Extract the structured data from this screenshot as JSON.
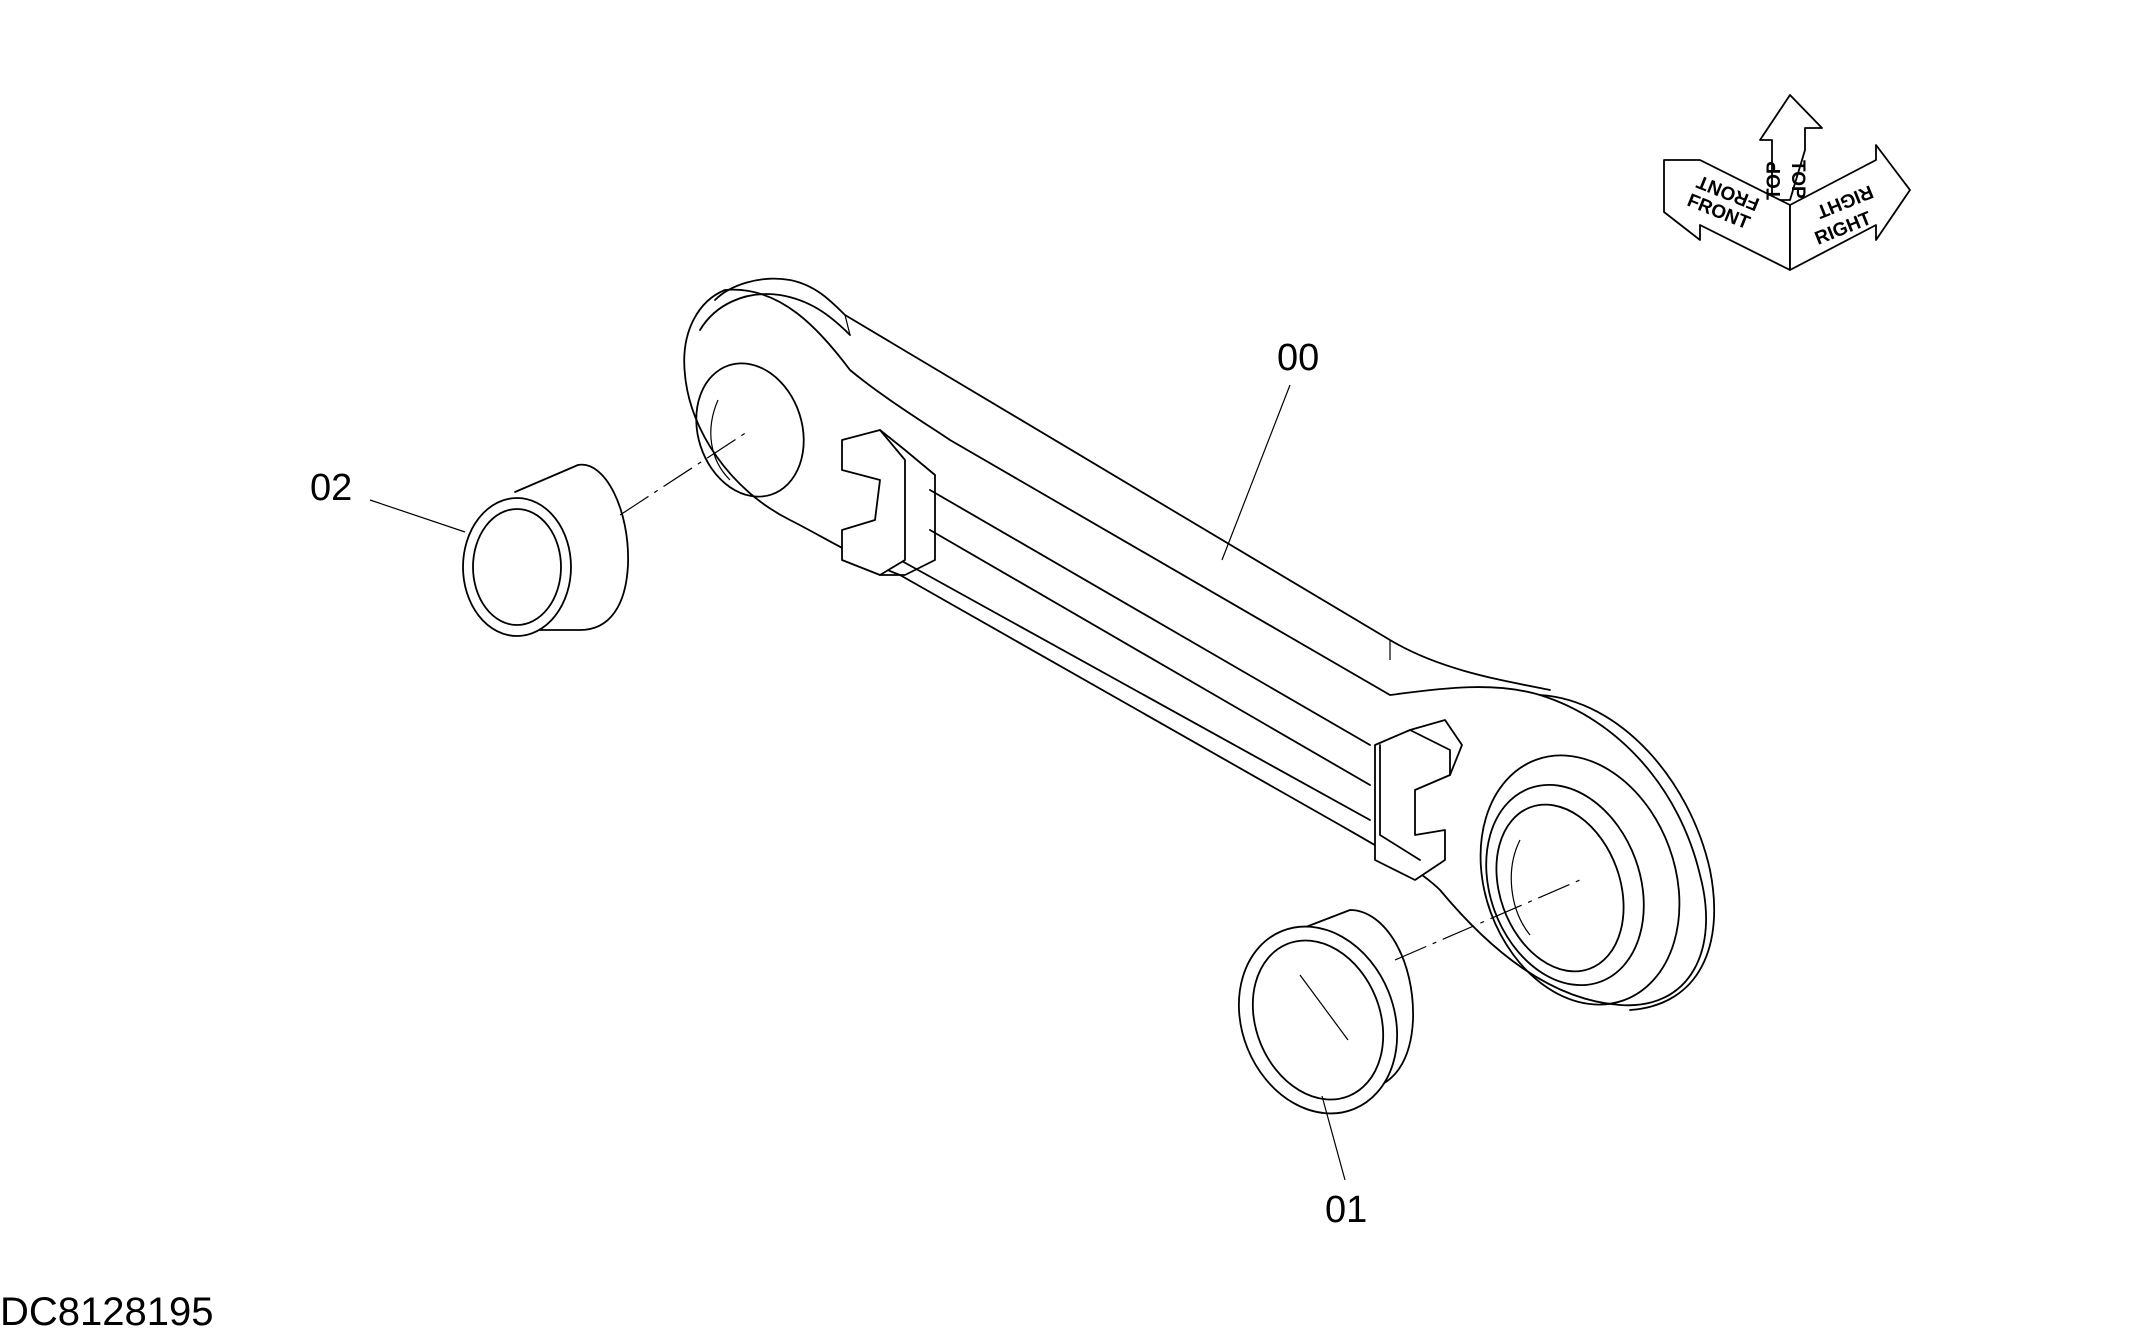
{
  "drawing_number": "DC8128195",
  "parts": [
    {
      "callout": "00"
    },
    {
      "callout": "01"
    },
    {
      "callout": "02"
    }
  ],
  "orientation": {
    "front": "FRONT",
    "top": "TOP",
    "right": "RIGHT"
  }
}
